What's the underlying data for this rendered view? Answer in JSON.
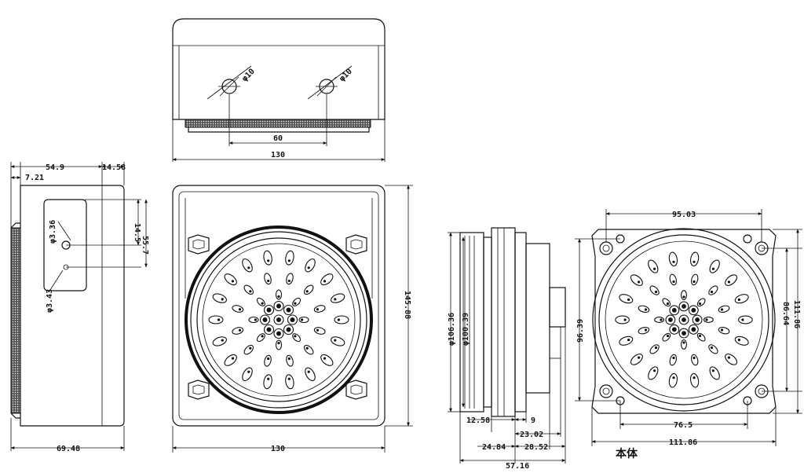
{
  "top_view": {
    "hole_left": "φ10",
    "hole_right": "φ10",
    "hole_spacing": "60",
    "width": "130"
  },
  "side_view": {
    "overall_depth": "54.9",
    "right_offset": "14.58",
    "left_offset": "7.21",
    "hole_a": "φ3.36",
    "hole_b": "φ3.43",
    "height_small": "14.5",
    "height_large": "55.7",
    "bottom_width": "69.48"
  },
  "front_view": {
    "width": "130",
    "height": "145.88"
  },
  "profile_view": {
    "outer_diameter": "φ106.36",
    "inner_diameter": "φ100.39",
    "dim_12_58": "12.58",
    "dim_9": "9",
    "dim_23_02": "23.02",
    "dim_24_84": "24.84",
    "dim_28_52": "28.52",
    "dim_57_16": "57.16"
  },
  "body_view": {
    "top_width": "95.03",
    "left_height": "96.39",
    "right_inner": "86.64",
    "right_outer": "111.86",
    "bottom_inner": "76.5",
    "bottom_width": "111.86",
    "caption": "本体"
  }
}
